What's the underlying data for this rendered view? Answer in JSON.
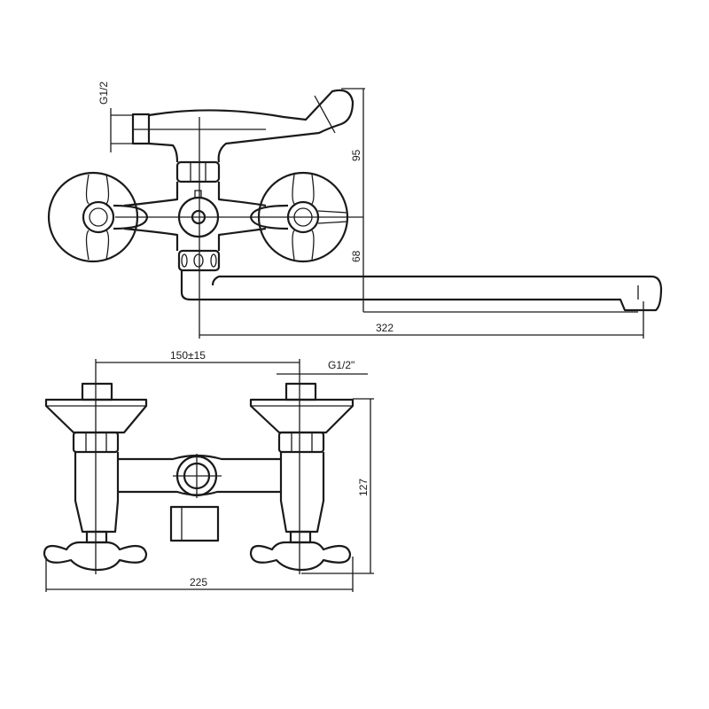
{
  "drawing": {
    "top_view": {
      "inlet_thread": "G1/2",
      "height_upper": "95",
      "height_lower": "68",
      "spout_length": "322"
    },
    "front_view": {
      "center_distance": "150±15",
      "inlet_thread": "G1/2\"",
      "height": "127",
      "width": "225"
    }
  }
}
